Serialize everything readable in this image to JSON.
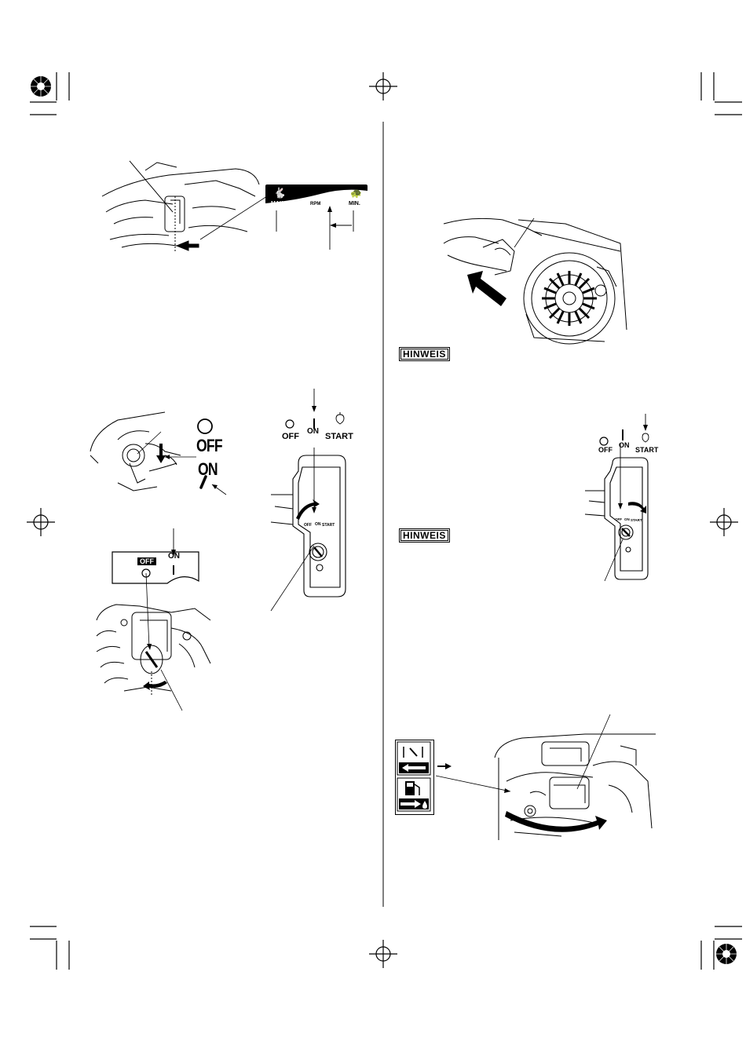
{
  "throttle_label": {
    "max": "MAX.",
    "rpm": "RPM",
    "min": "MIN."
  },
  "fuel_valve_figure": {
    "off": "OFF",
    "on": "ON"
  },
  "engine_switch_top": {
    "off": "OFF",
    "on": "ON",
    "start": "START"
  },
  "engine_switch_small": {
    "off": "OFF",
    "on": "ON"
  },
  "engine_switch_right": {
    "off": "OFF",
    "on": "ON",
    "start": "START"
  },
  "notices": {
    "hinweis_1": "HINWEIS",
    "hinweis_2": "HINWEIS"
  }
}
